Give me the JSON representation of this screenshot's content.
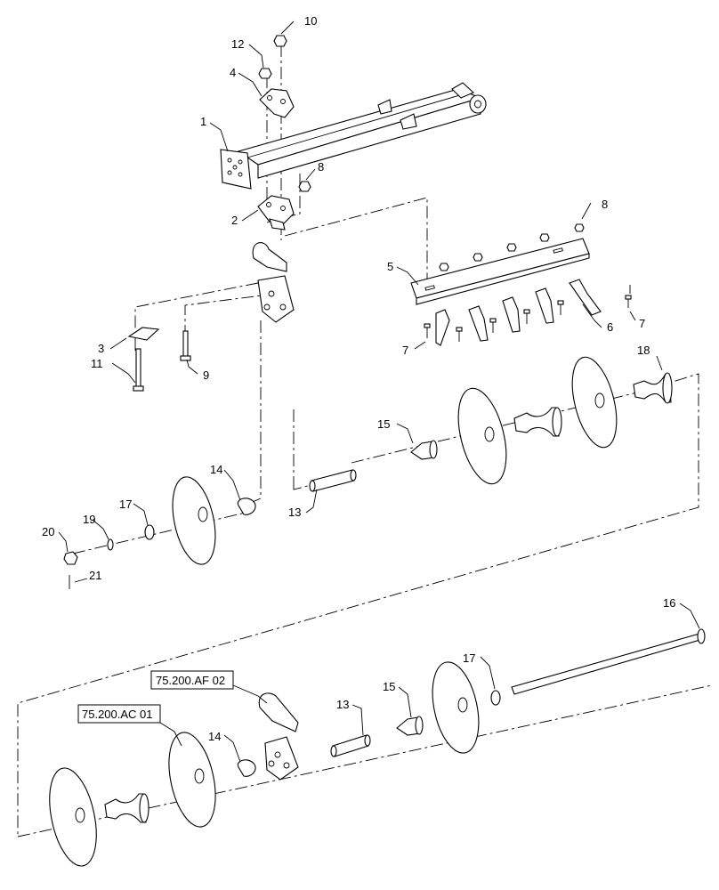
{
  "callouts": {
    "c1": "1",
    "c2": "2",
    "c3": "3",
    "c4": "4",
    "c5": "5",
    "c6": "6",
    "c7a": "7",
    "c7b": "7",
    "c8a": "8",
    "c8b": "8",
    "c9": "9",
    "c10": "10",
    "c11": "11",
    "c12": "12",
    "c13a": "13",
    "c13b": "13",
    "c14a": "14",
    "c14b": "14",
    "c15a": "15",
    "c15b": "15",
    "c16": "16",
    "c17a": "17",
    "c17b": "17",
    "c18": "18",
    "c19": "19",
    "c20": "20",
    "c21": "21"
  },
  "references": {
    "ref_af": "75.200.AF 02",
    "ref_ac": "75.200.AC 01"
  }
}
